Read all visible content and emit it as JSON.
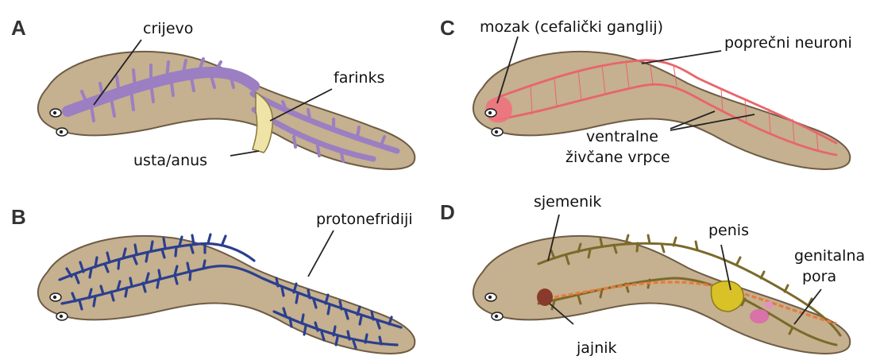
{
  "panels": {
    "a": {
      "letter": "A",
      "labels": {
        "gut": "crijevo",
        "pharynx": "farinks",
        "mouth": "usta/anus"
      }
    },
    "b": {
      "letter": "B",
      "labels": {
        "protonephridia": "protonefridiji"
      }
    },
    "c": {
      "letter": "C",
      "labels": {
        "brain": "mozak (cefalički ganglij)",
        "transverse": "poprečni neuroni",
        "cords_line1": "ventralne",
        "cords_line2": "živčane vrpce"
      }
    },
    "d": {
      "letter": "D",
      "labels": {
        "testis": "sjemenik",
        "penis": "penis",
        "pore_line1": "genitalna",
        "pore_line2": "pora",
        "ovary": "jajnik"
      }
    }
  },
  "colors": {
    "body": "#c5b08f",
    "outline": "#6e5c45",
    "gut": "#9b7fc2",
    "protonephridia": "#2b3f8f",
    "nerves": "#e8656b",
    "testis": "#7a6a2a",
    "oviduct": "#e87a3a",
    "penis": "#d8c228",
    "pore": "#d872a8"
  }
}
